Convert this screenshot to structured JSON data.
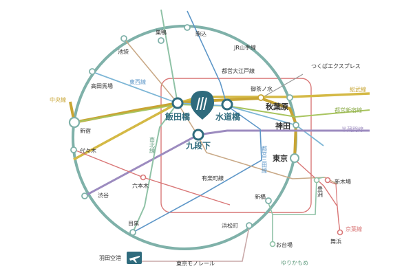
{
  "colors": {
    "yamanote": "#7fb1a9",
    "chuo": "#c8a534",
    "sobu": "#d4b945",
    "oedo": "#d97777",
    "tozai": "#7db6d6",
    "namboku": "#8fc2a6",
    "mita": "#5e97c8",
    "shinjuku": "#a8c45e",
    "hanzomon": "#9c8bbf",
    "yurakucho": "#c9a987",
    "keiyo": "#d97777",
    "yurikamome": "#8fc2a6",
    "tsukuba": "#999999",
    "monorail": "#c9a9a9",
    "hub": "#2f6b7d"
  },
  "lines": {
    "yamanote": "JR山手線",
    "oedo": "都営大江戸線",
    "tozai": "東西線",
    "chuo": "中央線",
    "sobu": "総武線",
    "shinjuku": "都営新宿線",
    "hanzomon": "半蔵門線",
    "mita": "都営三田線",
    "namboku": "南北線",
    "yurakucho": "有楽町線",
    "keiyo": "京葉線",
    "tsukuba": "つくばエクスプレス",
    "yurikamome": "ゆりかもめ",
    "monorail": "東京モノレール"
  },
  "stations": {
    "sugamo": "巣鴨",
    "komagome": "駒込",
    "ikebukuro": "池袋",
    "takadanobaba": "高田馬場",
    "shinjuku": "新宿",
    "yoyogi": "代々木",
    "roppongi": "六本木",
    "shibuya": "渋谷",
    "meguro": "目黒",
    "hamamatsucho": "浜松町",
    "shimbashi": "新橋",
    "odaiba": "お台場",
    "toyosu": "豊洲",
    "shinkiba": "新木場",
    "maihama": "舞浜",
    "tokyo": "東京",
    "kanda": "神田",
    "akihabara": "秋葉原",
    "ochanomizu": "御茶ノ水",
    "iidabashi": "飯田橋",
    "suidobashi": "水道橋",
    "kudanshita": "九段下",
    "haneda": "羽田空港"
  }
}
